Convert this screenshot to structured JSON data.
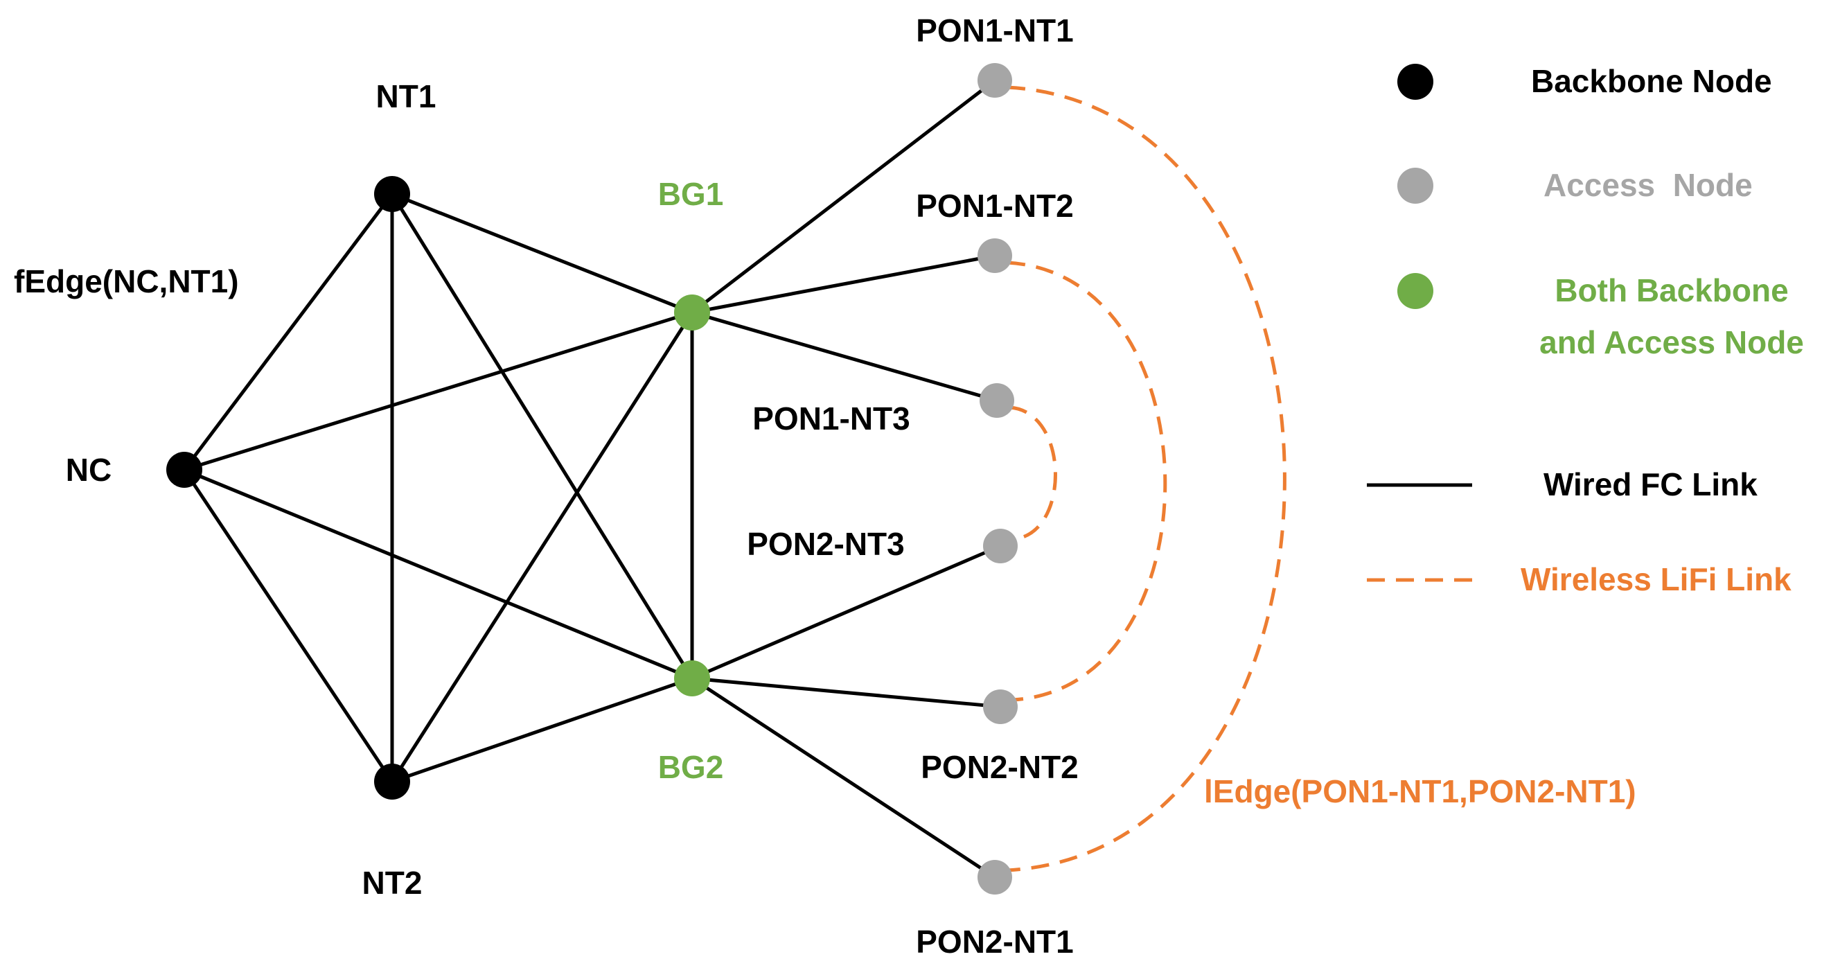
{
  "colors": {
    "backbone": "#000000",
    "access": "#a6a6a6",
    "both": "#70ad47",
    "wired": "#000000",
    "wireless": "#ed7d31"
  },
  "nodes": {
    "NC": {
      "label": "NC",
      "kind": "backbone"
    },
    "NT1": {
      "label": "NT1",
      "kind": "backbone"
    },
    "NT2": {
      "label": "NT2",
      "kind": "backbone"
    },
    "BG1": {
      "label": "BG1",
      "kind": "both"
    },
    "BG2": {
      "label": "BG2",
      "kind": "both"
    },
    "PON1_NT1": {
      "label": "PON1-NT1",
      "kind": "access"
    },
    "PON1_NT2": {
      "label": "PON1-NT2",
      "kind": "access"
    },
    "PON1_NT3": {
      "label": "PON1-NT3",
      "kind": "access"
    },
    "PON2_NT3": {
      "label": "PON2-NT3",
      "kind": "access"
    },
    "PON2_NT2": {
      "label": "PON2-NT2",
      "kind": "access"
    },
    "PON2_NT1": {
      "label": "PON2-NT1",
      "kind": "access"
    }
  },
  "edges": {
    "wired": [
      [
        "NC",
        "NT1"
      ],
      [
        "NC",
        "NT2"
      ],
      [
        "NC",
        "BG1"
      ],
      [
        "NC",
        "BG2"
      ],
      [
        "NT1",
        "NT2"
      ],
      [
        "NT1",
        "BG1"
      ],
      [
        "NT1",
        "BG2"
      ],
      [
        "NT2",
        "BG1"
      ],
      [
        "NT2",
        "BG2"
      ],
      [
        "BG1",
        "BG2"
      ],
      [
        "BG1",
        "PON1_NT1"
      ],
      [
        "BG1",
        "PON1_NT2"
      ],
      [
        "BG1",
        "PON1_NT3"
      ],
      [
        "BG2",
        "PON2_NT3"
      ],
      [
        "BG2",
        "PON2_NT2"
      ],
      [
        "BG2",
        "PON2_NT1"
      ]
    ],
    "wireless": [
      [
        "PON1_NT1",
        "PON2_NT1"
      ],
      [
        "PON1_NT2",
        "PON2_NT2"
      ],
      [
        "PON1_NT3",
        "PON2_NT3"
      ]
    ]
  },
  "annotations": {
    "fedge": "fEdge(NC,NT1)",
    "ledge": "lEdge(PON1-NT1,PON2-NT1)"
  },
  "legend": {
    "backbone_node": "Backbone Node",
    "access_node": "Access  Node",
    "both_line1": "Both Backbone",
    "both_line2": "and Access Node",
    "wired_link": "Wired FC Link",
    "wireless_link": "Wireless LiFi Link"
  }
}
